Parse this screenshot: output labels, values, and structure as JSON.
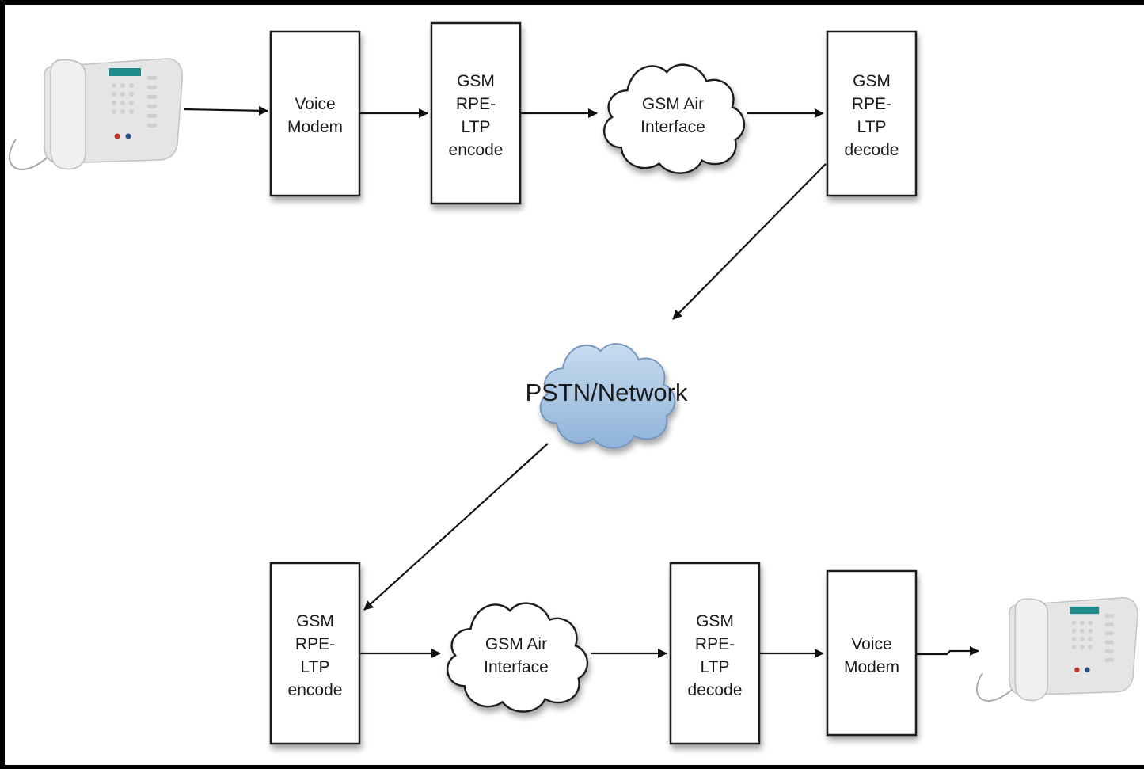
{
  "diagram": {
    "top_row": {
      "voice_modem": [
        "Voice",
        "Modem"
      ],
      "encoder": [
        "GSM",
        "RPE-",
        "LTP",
        "encode"
      ],
      "air_interface": [
        "GSM Air",
        "Interface"
      ],
      "decoder": [
        "GSM",
        "RPE-",
        "LTP",
        "decode"
      ]
    },
    "network": "PSTN/Network",
    "bottom_row": {
      "encoder": [
        "GSM",
        "RPE-",
        "LTP",
        "encode"
      ],
      "air_interface": [
        "GSM Air",
        "Interface"
      ],
      "decoder": [
        "GSM",
        "RPE-",
        "LTP",
        "decode"
      ],
      "voice_modem": [
        "Voice",
        "Modem"
      ]
    },
    "icons": {
      "start": "desk-telephone-icon",
      "end": "desk-telephone-icon"
    },
    "colors": {
      "background": "#000000",
      "canvas": "#ffffff",
      "network_cloud": "#a9c8e6",
      "phone_display": "#1f8a8a"
    }
  }
}
